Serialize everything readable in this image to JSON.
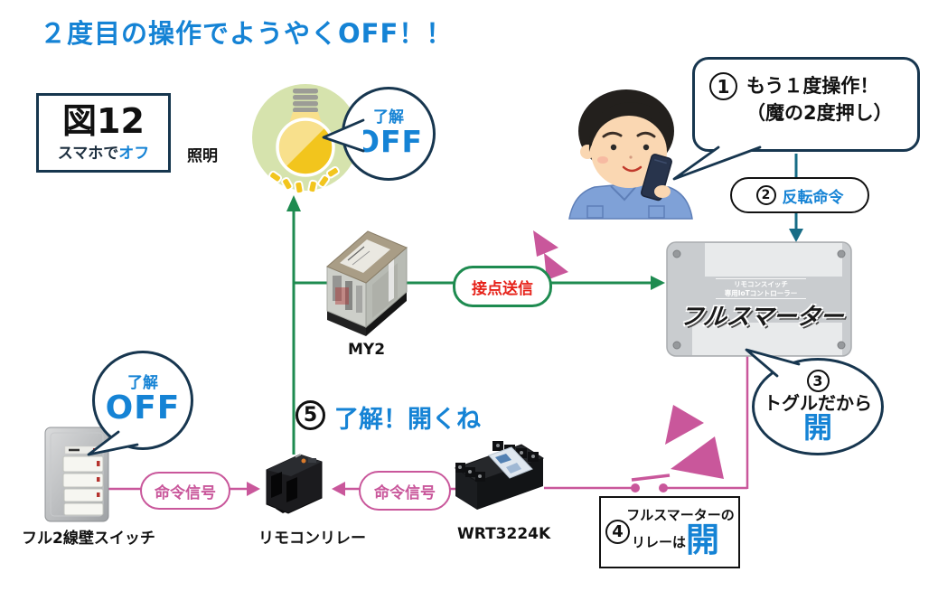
{
  "title": "２度目の操作でようやくOFF！！",
  "figure": {
    "number": "図12",
    "caption_prefix": "スマホで",
    "caption_accent": "オフ"
  },
  "light": {
    "label": "照明",
    "bubble_line1": "了解",
    "bubble_line2": "OFF"
  },
  "user_bubble": {
    "step": "1",
    "line1": "もう１度操作！",
    "line2": "（魔の2度押し）"
  },
  "invert_command": {
    "step": "2",
    "label": "反転命令"
  },
  "my2": {
    "label": "MY2"
  },
  "contact_send": {
    "label": "接点送信"
  },
  "fullsmarter": {
    "subtitle_line1": "リモコンスイッチ",
    "subtitle_line2": "専用IoTコントローラー",
    "logo": "フルスマーター"
  },
  "toggle_bubble": {
    "step": "3",
    "line1": "トグルだから",
    "line2": "開"
  },
  "relay_state": {
    "step": "4",
    "line1": "フルスマーターの",
    "line2_prefix": "リレーは",
    "line2_accent": "開"
  },
  "ack": {
    "step": "5",
    "text": "了解！開くね"
  },
  "wall_switch": {
    "label": "フル2線壁スイッチ",
    "bubble_line1": "了解",
    "bubble_line2": "OFF"
  },
  "remote_relay": {
    "label": "リモコンリレー"
  },
  "wrt": {
    "label": "WRT3224K"
  },
  "signals": {
    "left_pill": "命令信号",
    "right_pill": "命令信号"
  },
  "colors": {
    "accent_blue": "#1583D5",
    "navy": "#17364F",
    "green": "#1E8B50",
    "pink": "#C9579B",
    "red": "#E62119",
    "teal": "#176C86"
  }
}
